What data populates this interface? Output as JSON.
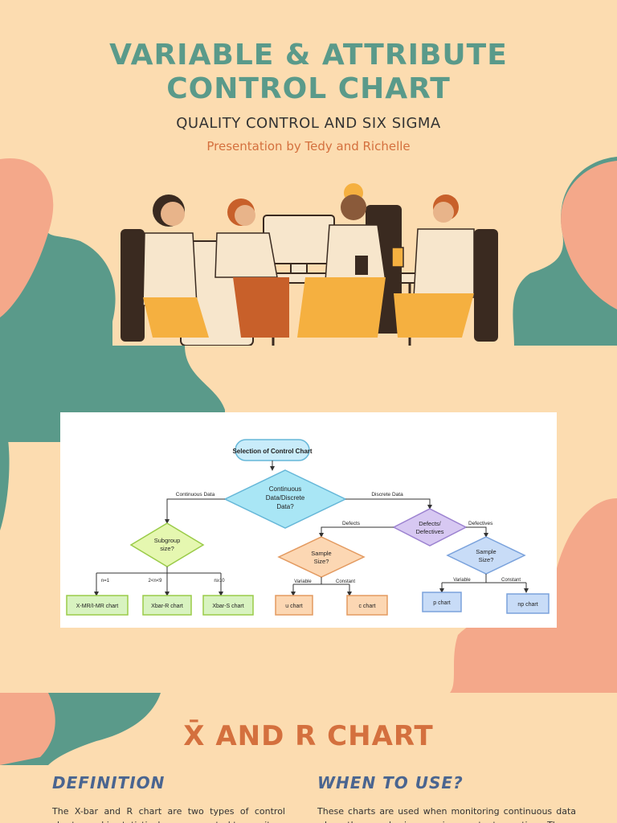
{
  "header": {
    "title_line1": "VARIABLE & ATTRIBUTE",
    "title_line2": "CONTROL CHART",
    "subtitle": "QUALITY CONTROL AND SIX SIGMA",
    "byline": "Presentation by Tedy and Richelle"
  },
  "flowchart": {
    "root": "Selection of Control Chart",
    "decision_main": [
      "Continuous",
      "Data/Discrete",
      "Data?"
    ],
    "edge_continuous": "Continuous Data",
    "edge_discrete": "Discrete Data",
    "subgroup": [
      "Subgroup",
      "size?"
    ],
    "defects": [
      "Defects/",
      "Defectives"
    ],
    "edge_defects": "Defects",
    "edge_defectives": "Defectives",
    "sample_left": [
      "Sample",
      "Size?"
    ],
    "sample_right": [
      "Sample",
      "Size?"
    ],
    "edge_n1": "n=1",
    "edge_n2": "2<n<9",
    "edge_n3": "n≥10",
    "edge_var_left": "Variable",
    "edge_const_left": "Constant",
    "edge_var_right": "Variable",
    "edge_const_right": "Constant",
    "leaf_xmr": "X-MR/I-MR chart",
    "leaf_xbar_r": "Xbar-R chart",
    "leaf_xbar_s": "Xbar-S chart",
    "leaf_u": "u chart",
    "leaf_c": "c chart",
    "leaf_p": "p chart",
    "leaf_np": "np chart"
  },
  "section3": {
    "heading": "X̄ AND R CHART",
    "definition_heading": "DEFINITION",
    "definition_text": "The X-bar and R chart are two types of control charts used in statistical process control to monitor",
    "when_heading": "WHEN TO USE?",
    "when_text": "These charts are used when monitoring continuous data where the sample size remains constant over time. They"
  },
  "colors": {
    "background": "#fcdcb0",
    "teal": "#5a9a8a",
    "salmon": "#f4a88a",
    "orange": "#d4703e",
    "navy": "#4a6590"
  }
}
